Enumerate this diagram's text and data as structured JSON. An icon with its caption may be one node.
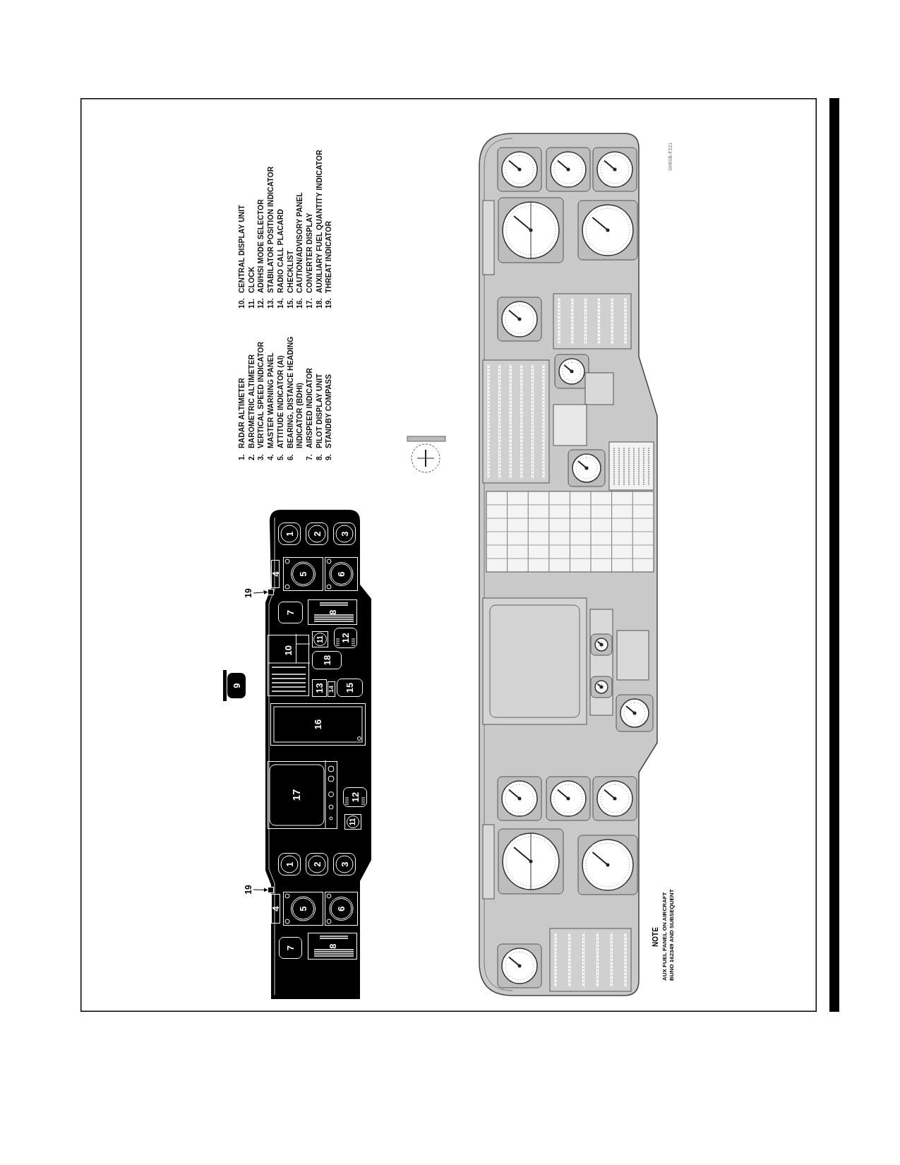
{
  "diagram": {
    "nodes": [
      {
        "text": [],
        "shape": "box"
      },
      {
        "text": [
          "19"
        ]
      },
      {
        "text": [],
        "shape": "box",
        "in": 0
      },
      {
        "text": [
          "19"
        ]
      },
      {
        "text": [],
        "shape": "box",
        "in": 0
      },
      {
        "text": [
          "9"
        ]
      },
      {
        "text": [
          "7"
        ],
        "in": 0
      },
      {
        "text": [
          "8"
        ],
        "in": 0
      },
      {
        "text": [
          "4"
        ],
        "in": 0
      },
      {
        "text": [
          "5"
        ],
        "in": 0
      },
      {
        "text": [
          "6"
        ],
        "in": 0
      },
      {
        "text": [
          "1"
        ],
        "in": 0
      },
      {
        "text": [
          "2"
        ],
        "in": 0
      },
      {
        "text": [
          "3"
        ],
        "in": 0
      },
      {
        "text": [
          "11"
        ],
        "in": 0
      },
      {
        "text": [
          "12"
        ],
        "in": 0
      },
      {
        "text": [
          "17"
        ],
        "in": 0
      },
      {
        "text": [
          "16"
        ],
        "in": 0
      },
      {
        "text": [
          "13"
        ],
        "in": 0
      },
      {
        "text": [
          "14"
        ],
        "in": 0
      },
      {
        "text": [
          "15"
        ],
        "in": 0
      },
      {
        "text": [
          "10"
        ],
        "in": 0
      },
      {
        "text": [
          "18"
        ],
        "in": 0
      },
      {
        "text": [
          "11"
        ],
        "in": 0
      },
      {
        "text": [
          "12"
        ],
        "in": 0
      },
      {
        "text": [
          "7"
        ],
        "in": 0
      },
      {
        "text": [
          "8"
        ],
        "in": 0
      },
      {
        "text": [
          "4"
        ],
        "in": 0
      },
      {
        "text": [
          "5"
        ],
        "in": 0
      },
      {
        "text": [
          "6"
        ],
        "in": 0
      },
      {
        "text": [
          "1"
        ],
        "in": 0
      },
      {
        "text": [
          "2"
        ],
        "in": 0
      },
      {
        "text": [
          "3"
        ],
        "in": 0
      }
    ],
    "edges": [
      {
        "from": 1,
        "to": 2,
        "arrow": "to"
      },
      {
        "from": 3,
        "to": 4,
        "arrow": "to"
      }
    ],
    "labels": [
      "1.",
      "RADAR ALTIMETER",
      "2.",
      "BAROMETRIC ALTIMETER",
      "3.",
      "VERTICAL SPEED INDICATOR",
      "4.",
      "MASTER WARNING PANEL",
      "5.",
      "ATTITUDE INDICATOR (AI)",
      "6.",
      "BEARING, DISTANCE HEADING INDICATOR (BDHI)",
      "7.",
      "AIRSPEED INDICATOR",
      "8.",
      "PILOT DISPLAY UNIT",
      "9.",
      "STANDBY COMPASS",
      "10.",
      "CENTRAL DISPLAY UNIT",
      "11.",
      "CLOCK",
      "12.",
      "ADI/HSI MODE SELECTOR",
      "13.",
      "STABILATOR POSITION INDICATOR",
      "14.",
      "RADIO CALL PLACARD",
      "15.",
      "CHECKLIST",
      "16.",
      "CAUTION/ADVISORY PANEL",
      "17.",
      "CONVERTER DISPLAY",
      "18.",
      "AUXILIARY FUEL QUANTITY INDICATOR",
      "19.",
      "THREAT INDICATOR",
      "NOTE",
      "AUX FUEL PANEL ON AIRCRAFT BUNO 162349 AND SUBSEQUENT",
      "SH60B-F221"
    ]
  }
}
